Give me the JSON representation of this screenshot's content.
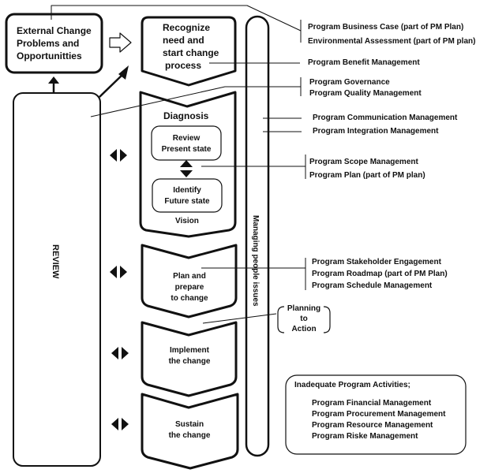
{
  "diagram": {
    "external_change": {
      "lines": [
        "External Change",
        "Problems and",
        "Opportunitties"
      ]
    },
    "review_label": "REVIEW",
    "stages": [
      {
        "id": "recognize",
        "lines": [
          "Recognize",
          "need and",
          "start change",
          "process"
        ]
      },
      {
        "id": "diagnosis",
        "title": "Diagnosis",
        "footer": "Vision",
        "sub_boxes": [
          {
            "lines": [
              "Review",
              "Present state"
            ]
          },
          {
            "lines": [
              "Identify",
              "Future state"
            ]
          }
        ]
      },
      {
        "id": "plan",
        "lines": [
          "Plan and",
          "prepare",
          "to change"
        ]
      },
      {
        "id": "implement",
        "lines": [
          "Implement",
          "the change"
        ]
      },
      {
        "id": "sustain",
        "lines": [
          "Sustain",
          "the change"
        ]
      }
    ],
    "people_bar_label": "Managing people issues",
    "planning_to_action": {
      "lines": [
        "Planning",
        "to",
        "Action"
      ]
    },
    "annotations": {
      "business_case": [
        "Program Business Case (part of PM Plan)",
        "Environmental Assessment (part of PM plan)"
      ],
      "benefit": [
        "Program Benefit Management"
      ],
      "governance": [
        "Program Governance",
        "Program Quality Management"
      ],
      "communication": [
        "Program Communication Management"
      ],
      "integration": [
        "Program Integration Management"
      ],
      "scope": [
        "Program Scope Management",
        "Program Plan (part of PM plan)"
      ],
      "stakeholder": [
        "Program Stakeholder Engagement",
        "Program Roadmap (part of PM Plan)",
        "Program Schedule Management"
      ]
    },
    "inadequate": {
      "title": "Inadequate Program Activities;",
      "items": [
        "Program Financial Management",
        "Program Procurement Management",
        "Program Resource Management",
        "Program Riske Management"
      ]
    }
  }
}
